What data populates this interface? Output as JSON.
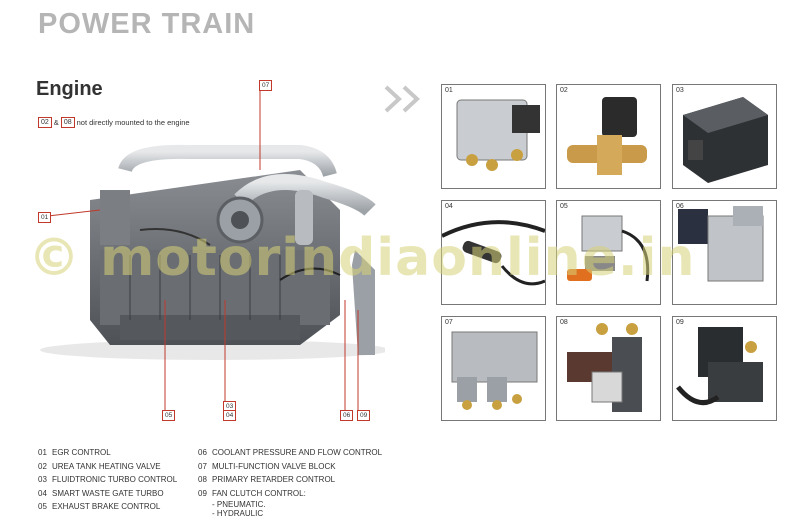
{
  "page": {
    "title": "POWER TRAIN",
    "subtitle": "Engine",
    "note": {
      "tag_a": "02",
      "amp": "&",
      "tag_b": "08",
      "text": "not directly mounted to the engine"
    },
    "watermark": "© motorindiaonline.in"
  },
  "callouts": [
    "01",
    "07",
    "05",
    "03",
    "04",
    "06",
    "09"
  ],
  "components": [
    {
      "num": "01"
    },
    {
      "num": "02"
    },
    {
      "num": "03"
    },
    {
      "num": "04"
    },
    {
      "num": "05"
    },
    {
      "num": "06"
    },
    {
      "num": "07"
    },
    {
      "num": "08"
    },
    {
      "num": "09"
    }
  ],
  "legend": {
    "col1": [
      {
        "num": "01",
        "label": "EGR CONTROL"
      },
      {
        "num": "02",
        "label": "UREA TANK HEATING VALVE"
      },
      {
        "num": "03",
        "label": "FLUIDTRONIC TURBO CONTROL"
      },
      {
        "num": "04",
        "label": "SMART WASTE GATE TURBO"
      },
      {
        "num": "05",
        "label": "EXHAUST BRAKE CONTROL"
      }
    ],
    "col2": [
      {
        "num": "06",
        "label": "COOLANT PRESSURE AND FLOW CONTROL"
      },
      {
        "num": "07",
        "label": "MULTI-FUNCTION VALVE BLOCK"
      },
      {
        "num": "08",
        "label": "PRIMARY RETARDER CONTROL"
      },
      {
        "num": "09",
        "label": "FAN CLUTCH CONTROL:"
      }
    ],
    "col2_sub": [
      "- PNEUMATIC.",
      "- HYDRAULIC"
    ]
  },
  "colors": {
    "accent": "#c0392b",
    "title_gray": "#b5b5b5",
    "chevron": "#c8c8c8",
    "watermark": "#d7d278"
  }
}
